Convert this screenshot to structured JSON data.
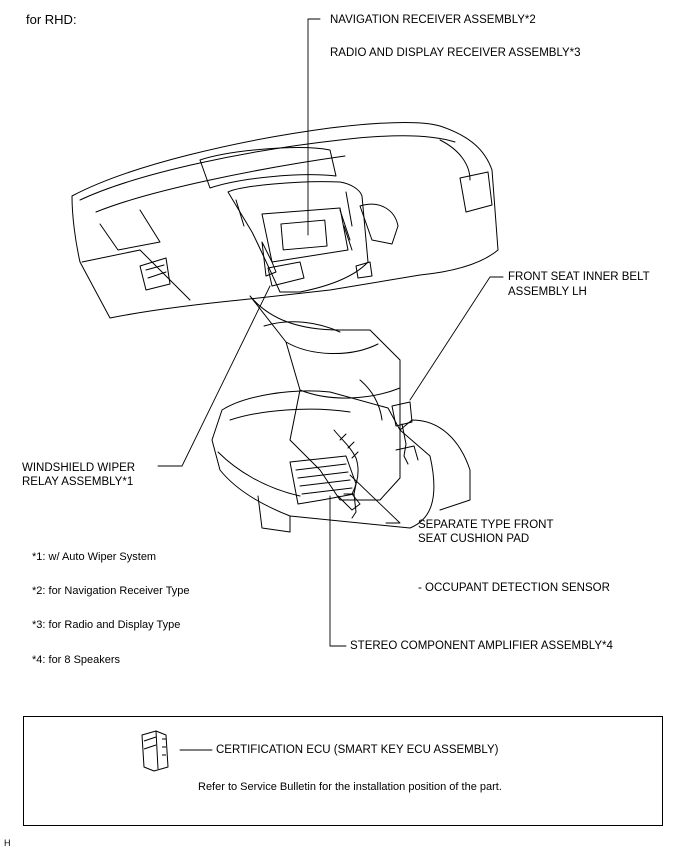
{
  "heading": "for RHD:",
  "labels": {
    "nav_receiver": "NAVIGATION RECEIVER ASSEMBLY*2",
    "radio_display": "RADIO AND DISPLAY RECEIVER ASSEMBLY*3",
    "belt_line1": "FRONT SEAT INNER BELT",
    "belt_line2": "ASSEMBLY LH",
    "wiper_line1": "WINDSHIELD WIPER",
    "wiper_line2": "RELAY ASSEMBLY*1",
    "cushion_line1": "SEPARATE TYPE FRONT",
    "cushion_line2": "SEAT CUSHION PAD",
    "occupant": "- OCCUPANT DETECTION SENSOR",
    "amplifier": "STEREO COMPONENT AMPLIFIER ASSEMBLY*4"
  },
  "notes": [
    "*1: w/ Auto Wiper System",
    "*2: for Navigation Receiver Type",
    "*3: for Radio and Display Type",
    "*4: for 8 Speakers"
  ],
  "ecu_box": {
    "label": "CERTIFICATION ECU (SMART KEY ECU ASSEMBLY)",
    "note": "Refer to Service Bulletin for the installation position of the part."
  },
  "corner_mark": "H"
}
